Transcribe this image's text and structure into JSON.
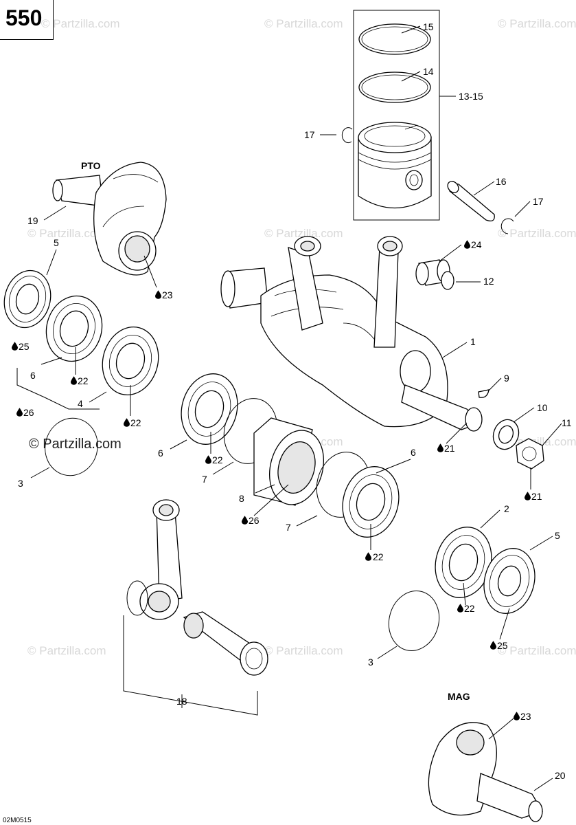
{
  "page_number": "550",
  "drawing_code": "02M0515",
  "watermark": "© Partzilla.com",
  "section_labels": {
    "pto": "PTO",
    "mag": "MAG"
  },
  "callouts": {
    "c15": "15",
    "c14": "14",
    "c13_15": "13-15",
    "c17a": "17",
    "c16": "16",
    "c17b": "17",
    "c19": "19",
    "c5a": "5",
    "c23a": "23",
    "c24": "24",
    "c12": "12",
    "c25a": "25",
    "c6a": "6",
    "c22a": "22",
    "c26a": "26",
    "c4": "4",
    "c22b": "22",
    "c1": "1",
    "c9": "9",
    "c10": "10",
    "c11": "11",
    "c3a": "3",
    "c6b": "6",
    "c22c": "22",
    "c7a": "7",
    "c8": "8",
    "c26b": "26",
    "c6c": "6",
    "c7b": "7",
    "c22d": "22",
    "c21a": "21",
    "c21b": "21",
    "c2": "2",
    "c5b": "5",
    "c22e": "22",
    "c25b": "25",
    "c3b": "3",
    "c18": "18",
    "c23b": "23",
    "c20": "20"
  },
  "icons": {
    "lubricant": "oil-drop-icon"
  }
}
